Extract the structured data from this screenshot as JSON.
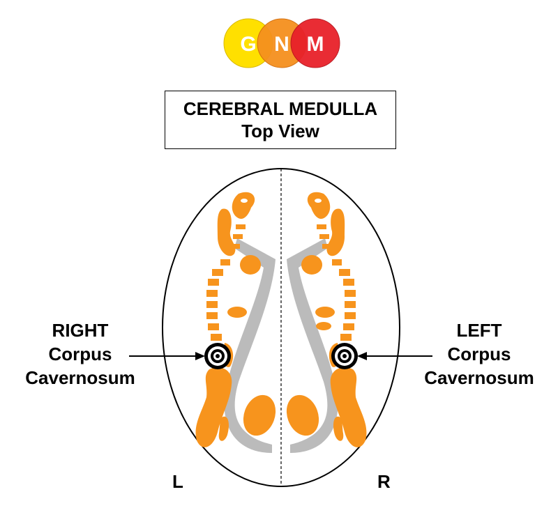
{
  "logo": {
    "letters": [
      "G",
      "N",
      "M"
    ],
    "colors": [
      "#ffe000",
      "#f5901e",
      "#e8212a"
    ]
  },
  "title": {
    "line1": "CEREBRAL MEDULLA",
    "line2": "Top View"
  },
  "labels": {
    "left_side": [
      "RIGHT",
      "Corpus",
      "Cavernosum"
    ],
    "right_side": [
      "LEFT",
      "Corpus",
      "Cavernosum"
    ]
  },
  "orientation": {
    "left": "L",
    "right": "R"
  },
  "colors": {
    "relay": "#f7941d",
    "ventricle": "#bbbbbb",
    "outline": "#000000"
  },
  "icons": {
    "hamer_focus": "target-rings-icon"
  }
}
